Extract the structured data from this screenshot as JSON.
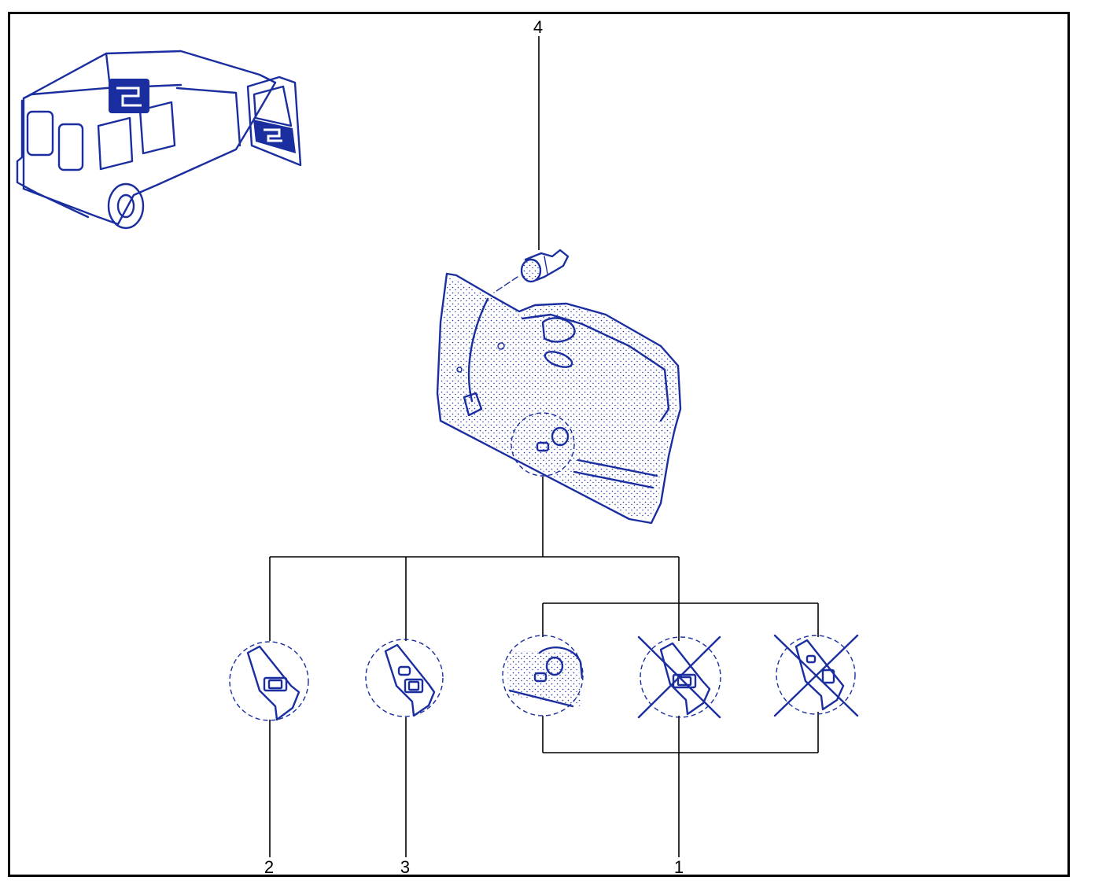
{
  "diagram": {
    "callouts": {
      "part_1": "1",
      "part_2": "2",
      "part_3": "3",
      "part_4": "4"
    },
    "colors": {
      "ink": "#1a2ea0",
      "leader": "#000000",
      "frame": "#000000"
    },
    "variants": [
      {
        "id": "variant-2",
        "excluded": false
      },
      {
        "id": "variant-3",
        "excluded": false
      },
      {
        "id": "variant-1a",
        "excluded": false
      },
      {
        "id": "variant-1b",
        "excluded": true
      },
      {
        "id": "variant-1c",
        "excluded": true
      }
    ]
  }
}
